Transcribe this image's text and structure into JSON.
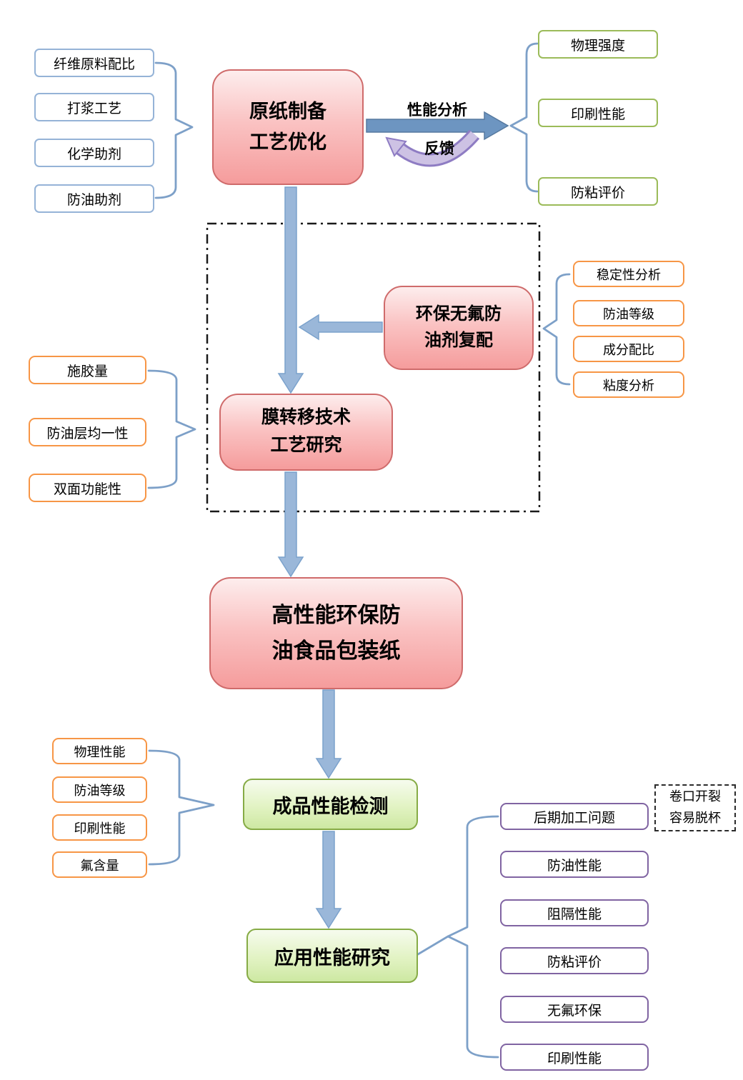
{
  "palette": {
    "blue_border": "#95b3d7",
    "green_border": "#9bbb59",
    "orange_border": "#f79646",
    "purple_border": "#8064a2",
    "pink_node_border": "#cf6b6b",
    "pink_node_fill": "#f8b9b9",
    "green_node_border": "#86ab45",
    "arrow_blue": "#9ab7d9",
    "analysis_arrow_blue": "#6d95c1",
    "feedback_lavender": "#cdc2e4",
    "brace_blue": "#7da0c8"
  },
  "nodes": {
    "base_paper": {
      "line1": "原纸制备",
      "line2": "工艺优化"
    },
    "oil_agent": {
      "line1": "环保无氟防",
      "line2": "油剂复配"
    },
    "film_transfer": {
      "line1": "膜转移技术",
      "line2": "工艺研究"
    },
    "packaging_paper": {
      "line1": "高性能环保防",
      "line2": "油食品包装纸"
    },
    "product_test": {
      "label": "成品性能检测"
    },
    "application": {
      "label": "应用性能研究"
    }
  },
  "arrow_labels": {
    "analysis": "性能分析",
    "feedback": "反馈"
  },
  "raw_inputs": {
    "items": [
      "纤维原料配比",
      "打浆工艺",
      "化学助剂",
      "防油助剂"
    ]
  },
  "analysis_outputs": {
    "items": [
      "物理强度",
      "印刷性能",
      "防粘评价"
    ]
  },
  "agent_factors": {
    "items": [
      "稳定性分析",
      "防油等级",
      "成分配比",
      "粘度分析"
    ]
  },
  "film_factors": {
    "items": [
      "施胶量",
      "防油层均一性",
      "双面功能性"
    ]
  },
  "test_items": {
    "items": [
      "物理性能",
      "防油等级",
      "印刷性能",
      "氟含量"
    ]
  },
  "application_items": {
    "items": [
      "后期加工问题",
      "防油性能",
      "阻隔性能",
      "防粘评价",
      "无氟环保",
      "印刷性能"
    ]
  },
  "annotation": {
    "line1": "卷口开裂",
    "line2": "容易脱杯"
  }
}
